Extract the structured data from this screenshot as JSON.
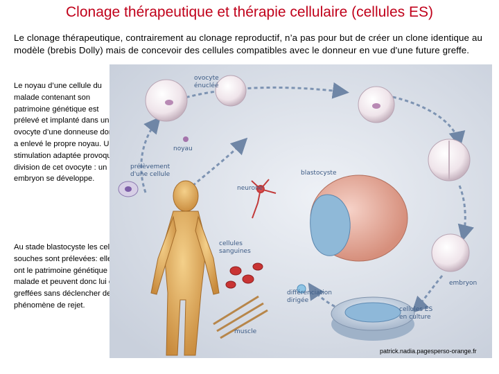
{
  "title": "Clonage thérapeutique et thérapie cellulaire (cellules ES)",
  "intro": "Le clonage thérapeutique, contrairement au clonage reproductif, n’a pas pour but de créer un clone identique au modèle (brebis Dolly) mais de concevoir des cellules compatibles avec le donneur en vue d'une future greffe.",
  "left_text": {
    "paragraph1": "Le noyau d’une cellule du malade contenant son patrimoine génétique est prélevé et implanté dans un ovocyte d’une donneuse dont on a enlevé le propre noyau. Une stimulation adaptée provoque la division de cet ovocyte : un embryon se développe.",
    "paragraph2": "Au stade blastocyste les cellules souches sont prélevées: elles ont le patrimoine génétique du malade et peuvent donc lui être greffées sans déclencher de phénomène de rejet."
  },
  "figure": {
    "labels": {
      "ovocyte_1": "ovocyte",
      "ovocyte_2": "énucléé",
      "noyau": "noyau",
      "prelevement_1": "prélèvement",
      "prelevement_2": "d'une cellule",
      "blastocyste": "blastocyste",
      "neurone": "neurone",
      "cellules_sanguines_1": "cellules",
      "cellules_sanguines_2": "sanguines",
      "differenciation_1": "différenciation",
      "differenciation_2": "dirigée",
      "cellules_es_1": "cellules ES",
      "cellules_es_2": "en culture",
      "muscle": "muscle",
      "embryon": "embryon"
    },
    "credit": "patrick.nadia.pagesperso-orange.fr"
  }
}
